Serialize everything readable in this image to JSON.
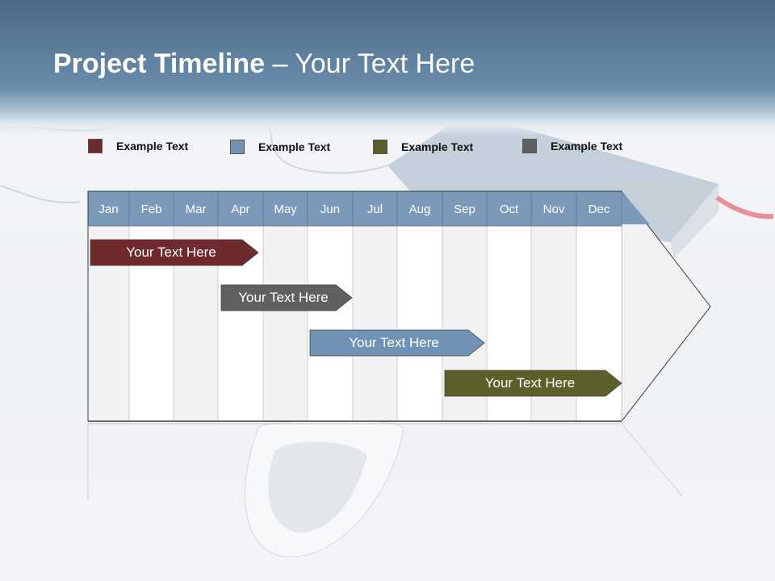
{
  "slide": {
    "title_bold": "Project Timeline",
    "title_rest": " – Your Text Here"
  },
  "legend": [
    {
      "label": "Example Text",
      "color": "#6e2a2c"
    },
    {
      "label": "Example Text",
      "color": "#6f92b5"
    },
    {
      "label": "Example Text",
      "color": "#5d5f2b"
    },
    {
      "label": "Example Text",
      "color": "#606060"
    }
  ],
  "colors": {
    "header_band": "#6a8cab",
    "month_header": "#7b9ab9",
    "column_light": "#f2f2f2",
    "column_white": "#ffffff"
  },
  "chart_data": {
    "type": "gantt",
    "categories": [
      "Jan",
      "Feb",
      "Mar",
      "Apr",
      "May",
      "Jun",
      "Jul",
      "Aug",
      "Sep",
      "Oct",
      "Nov",
      "Dec"
    ],
    "tasks": [
      {
        "label": "Your  Text Here",
        "start": "Jan",
        "end": "Apr",
        "color": "#6e2a2c"
      },
      {
        "label": "Your  Text Here",
        "start": "Apr",
        "end": "Jun",
        "color": "#606060"
      },
      {
        "label": "Your  Text Here",
        "start": "Jun",
        "end": "Sep",
        "color": "#6f92b5"
      },
      {
        "label": "Your  Text Here",
        "start": "Sep",
        "end": "Dec",
        "color": "#5d5f2b"
      }
    ]
  }
}
